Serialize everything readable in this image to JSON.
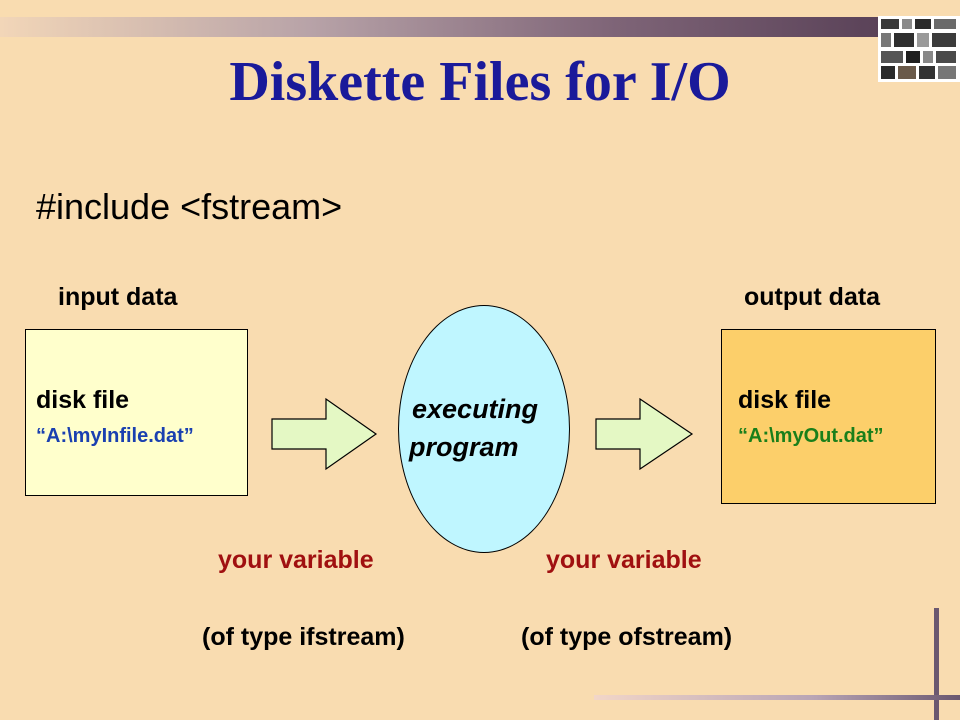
{
  "slide": {
    "title": "Diskette Files for I/O",
    "include_line": "#include <fstream>",
    "input_label": "input data",
    "output_label": "output data",
    "input_file": {
      "head": "disk file",
      "path": "“A:\\myInfile.dat”"
    },
    "output_file": {
      "head": "disk file",
      "path": "“A:\\myOut.dat”"
    },
    "program": {
      "line1": "executing",
      "line2": "program"
    },
    "left_variable": "your variable",
    "right_variable": "your variable",
    "left_type": "(of type ifstream)",
    "right_type": "(of type ofstream)"
  },
  "colors": {
    "title": "#1a1a9a",
    "background": "#f9dcb0",
    "input_box": "#ffffcc",
    "output_box": "#fccf6a",
    "program_ellipse": "#bff6ff",
    "arrow": "#e4f8c4",
    "variable_text": "#a01010",
    "input_path": "#1a40b0",
    "output_path": "#1a7f1a"
  },
  "icons": [
    "right-arrow-icon",
    "logo-image"
  ]
}
